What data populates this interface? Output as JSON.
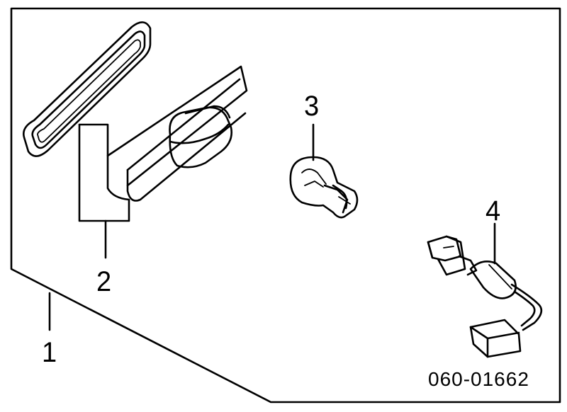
{
  "diagram": {
    "diagram_id": "060-01662",
    "callouts": [
      "1",
      "2",
      "3",
      "4"
    ],
    "parts": [
      "panel-outline",
      "lamp-lens-assembly",
      "bulb",
      "wiring-harness"
    ],
    "line_color": "#000000",
    "background": "#ffffff"
  }
}
